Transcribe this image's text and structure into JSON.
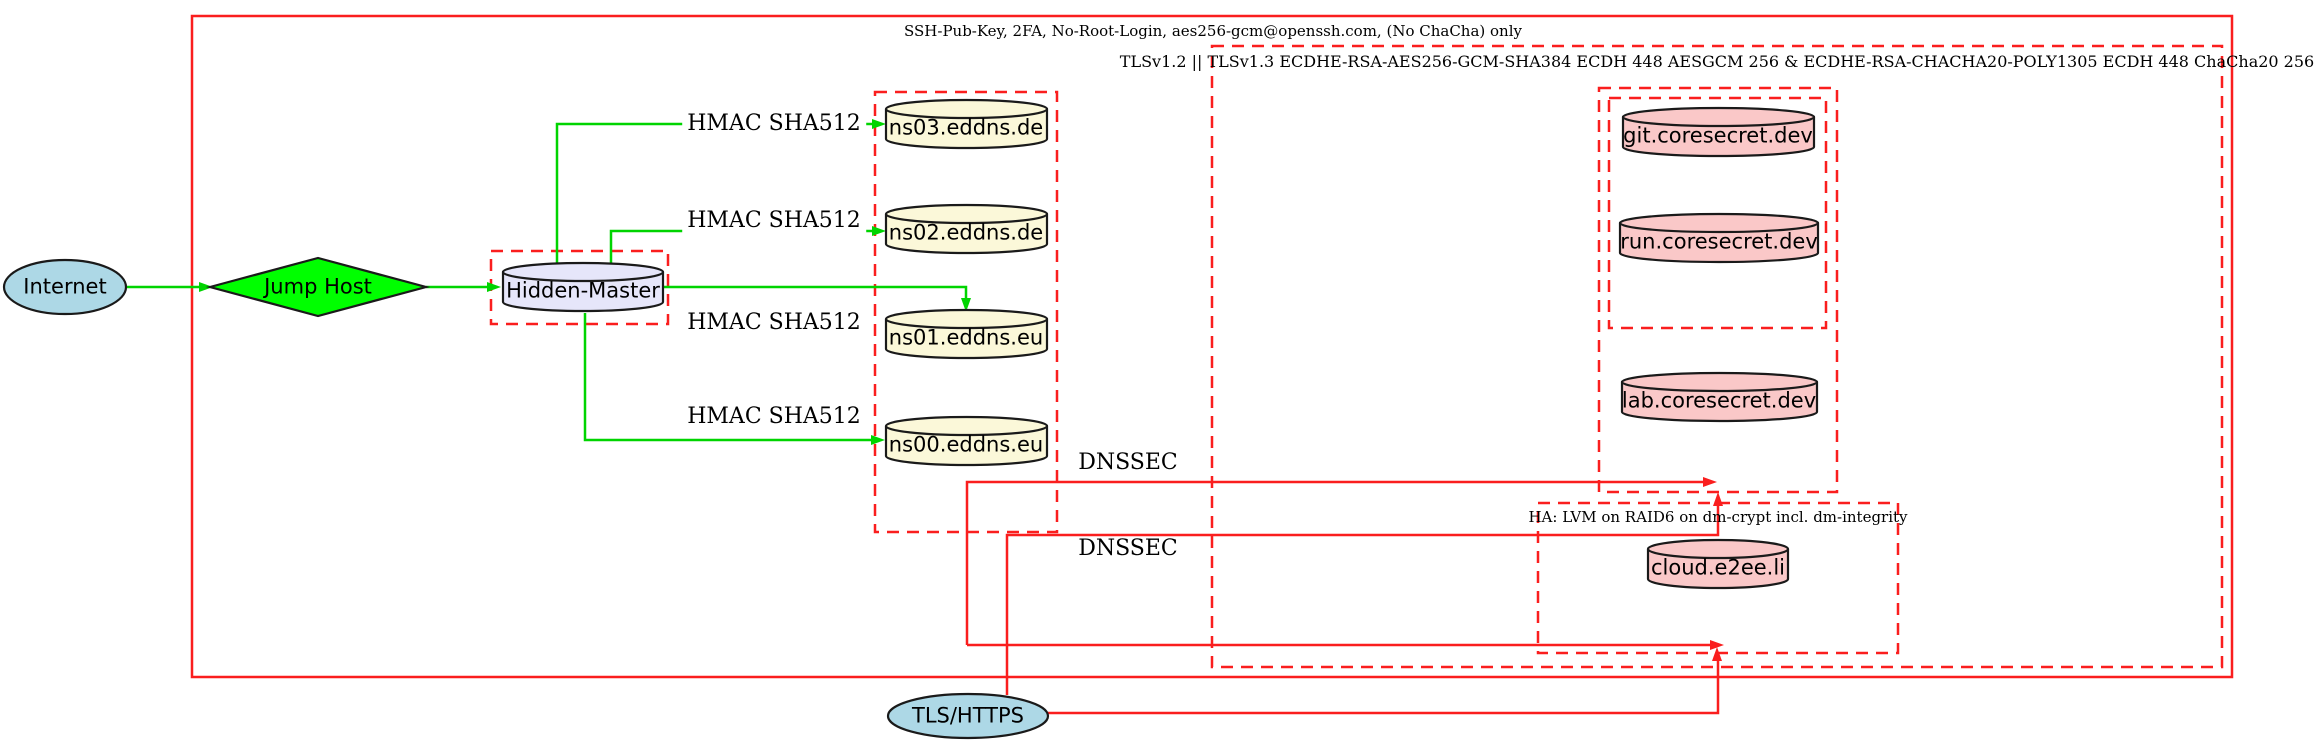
{
  "clusters": {
    "ssh_label": "SSH-Pub-Key, 2FA, No-Root-Login, aes256-gcm@openssh.com, (No ChaCha) only",
    "tls_label": "TLSv1.2 || TLSv1.3 ECDHE-RSA-AES256-GCM-SHA384 ECDH 448 AESGCM 256 & ECDHE-RSA-CHACHA20-POLY1305 ECDH 448 ChaCha20 256",
    "ha_label": "HA: LVM on RAID6 on dm-crypt incl. dm-integrity"
  },
  "nodes": {
    "internet": "Internet",
    "jump_host": "Jump Host",
    "hidden_master": "Hidden-Master",
    "ns03": "ns03.eddns.de",
    "ns02": "ns02.eddns.de",
    "ns01": "ns01.eddns.eu",
    "ns00": "ns00.eddns.eu",
    "git": "git.coresecret.dev",
    "run": "run.coresecret.dev",
    "lab": "lab.coresecret.dev",
    "cloud": "cloud.e2ee.li",
    "tls_https": "TLS/HTTPS"
  },
  "edge_labels": {
    "hmac": "HMAC SHA512",
    "dnssec": "DNSSEC"
  },
  "colors": {
    "cluster_border_red": "#fa1e1e",
    "edge_green": "#00d400",
    "node_fill_blue": "#add8e6",
    "node_fill_green": "#00ff00",
    "node_fill_lavender": "#e6e6fa",
    "node_fill_yellow": "#fbf8d9",
    "node_fill_pink": "#fac8c8",
    "node_stroke": "#1a1a1a"
  }
}
